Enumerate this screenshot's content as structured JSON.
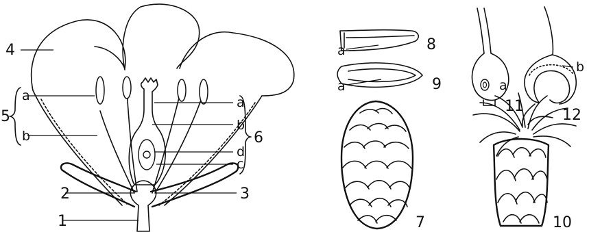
{
  "figure": {
    "flower_section": {
      "labels": {
        "n1": "1",
        "n2": "2",
        "n3": "3",
        "n4": "4",
        "n5": "5",
        "n6": "6",
        "a_left": "a",
        "b_left": "b",
        "a_right": "a",
        "b_right": "b",
        "c_right": "c",
        "d_right": "d"
      }
    },
    "fig7": {
      "number": "7"
    },
    "fig8": {
      "number": "8",
      "label": "a"
    },
    "fig9": {
      "number": "9",
      "label": "a"
    },
    "fig10": {
      "number": "10"
    },
    "fig11": {
      "number": "11",
      "label": "a"
    },
    "fig12": {
      "number": "12",
      "label": "b"
    }
  }
}
